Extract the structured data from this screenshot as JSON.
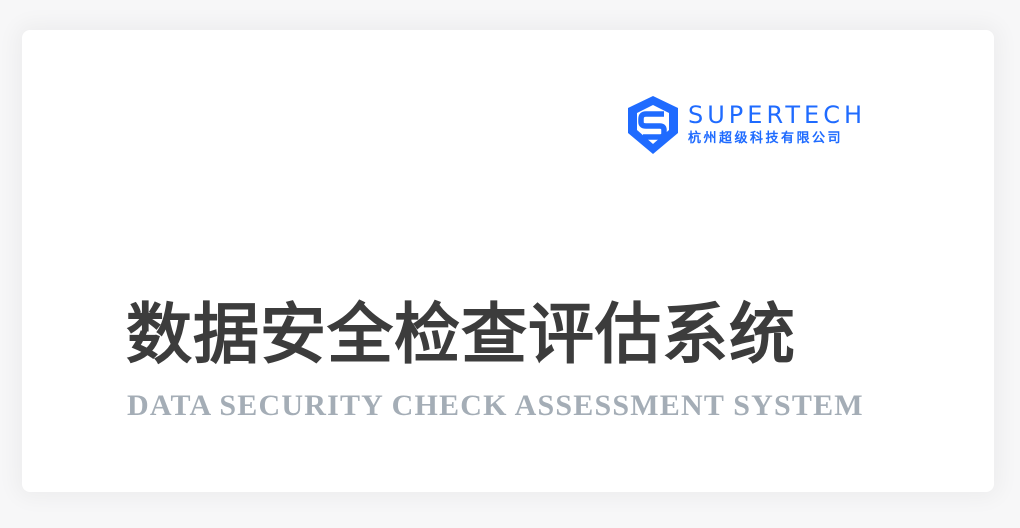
{
  "logo": {
    "icon": "shield-s-icon",
    "brand_name": "SUPERTECH",
    "company_name": "杭州超级科技有限公司",
    "color": "#1f6bff"
  },
  "title": {
    "cn": "数据安全检查评估系统",
    "en": "DATA SECURITY CHECK ASSESSMENT SYSTEM"
  },
  "colors": {
    "title_cn": "#3c3c3c",
    "title_en": "#a4adb6",
    "background": "#ffffff"
  }
}
